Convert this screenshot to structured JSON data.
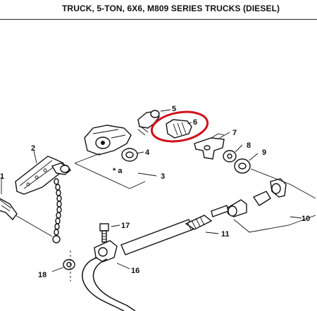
{
  "header": {
    "title": "TRUCK, 5-TON, 6X6, M809 SERIES TRUCKS (DIESEL)"
  },
  "callouts": [
    "1",
    "2",
    "3",
    "4",
    "5",
    "6",
    "7",
    "8",
    "9",
    "10",
    "11",
    "16",
    "17",
    "18"
  ],
  "note_marker": "* a",
  "highlight": {
    "color": "#d0101a",
    "callout": "6"
  }
}
